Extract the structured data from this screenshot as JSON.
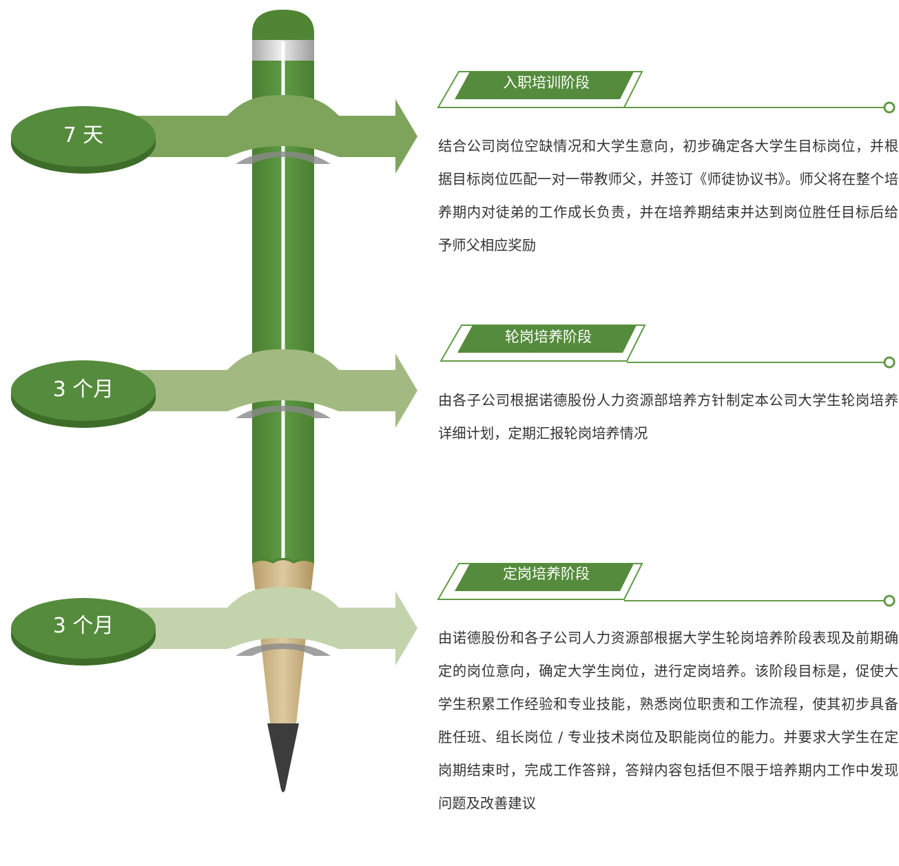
{
  "colors": {
    "pencil_body": "#558b3c",
    "pencil_top": "#4a7f2c",
    "node_green": "#558b3c",
    "node_side": "#3d6d28",
    "band_1": "#7ea45c",
    "band_2": "#a2ba82",
    "band_3": "#c3d3ac",
    "wood": "#c8b27f",
    "graphite": "#3a3a3a",
    "ferrule": "#c9c9c9",
    "line_green": "#5f9a43",
    "text": "#333333"
  },
  "stages": [
    {
      "duration": "7 天",
      "title": "入职培训阶段",
      "description": "结合公司岗位空缺情况和大学生意向，初步确定各大学生目标岗位，并根据目标岗位匹配一对一带教师父，并签订《师徒协议书》。师父将在整个培养期内对徒弟的工作成长负责，并在培养期结束并达到岗位胜任目标后给予师父相应奖励"
    },
    {
      "duration": "3 个月",
      "title": "轮岗培养阶段",
      "description": "由各子公司根据诺德股份人力资源部培养方针制定本公司大学生轮岗培养详细计划，定期汇报轮岗培养情况"
    },
    {
      "duration": "3 个月",
      "title": "定岗培养阶段",
      "description": "由诺德股份和各子公司人力资源部根据大学生轮岗培养阶段表现及前期确定的岗位意向，确定大学生岗位，进行定岗培养。该阶段目标是，促使大学生积累工作经验和专业技能，熟悉岗位职责和工作流程，使其初步具备胜任班、组长岗位 / 专业技术岗位及职能岗位的能力。并要求大学生在定岗期结束时，完成工作答辩，答辩内容包括但不限于培养期内工作中发现问题及改善建议"
    }
  ]
}
